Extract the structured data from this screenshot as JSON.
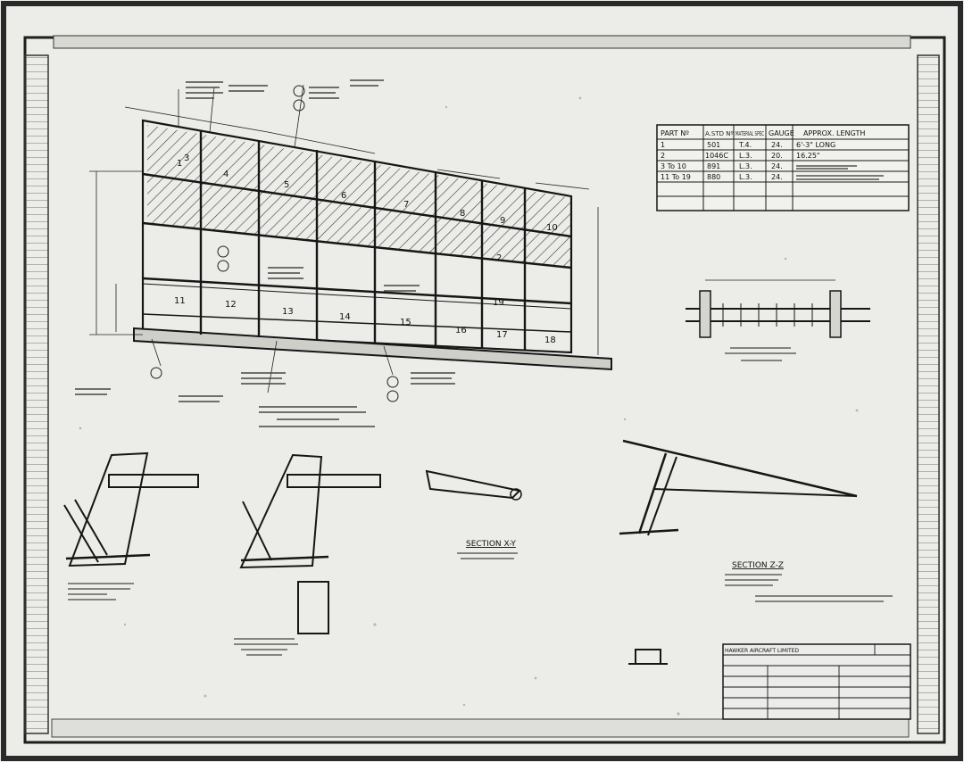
{
  "part_table": {
    "columns": [
      "PART Nº",
      "A.STD Nº",
      "MATERIAL SPEC",
      "GAUGE",
      "APPROX. LENGTH"
    ],
    "rows": [
      [
        "1",
        "501",
        "T.4.",
        "24.",
        "6'-3\" LONG"
      ],
      [
        "2",
        "1046C",
        "L.3.",
        "20.",
        "16.25\""
      ],
      [
        "3 To 10",
        "891",
        "L.3.",
        "24.",
        ""
      ],
      [
        "11 To 19",
        "880",
        "L.3.",
        "24.",
        ""
      ]
    ]
  },
  "panels": [
    "1",
    "2",
    "3",
    "4",
    "5",
    "6",
    "7",
    "8",
    "9",
    "10",
    "11",
    "12",
    "13",
    "14",
    "15",
    "16",
    "17",
    "18",
    "19"
  ],
  "sections": {
    "xy": "SECTION X-Y",
    "zz": "SECTION Z-Z"
  },
  "title_block": {
    "company": "HAWKER AIRCRAFT LIMITED"
  },
  "colors": {
    "paper": "#e9e9e6",
    "ink": "#161616",
    "hatch": "#3a3a3a"
  }
}
